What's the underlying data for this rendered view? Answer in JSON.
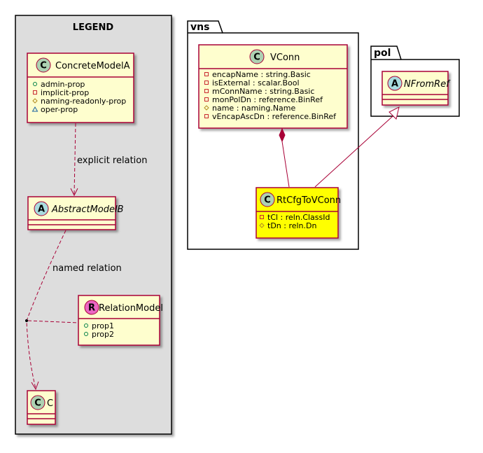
{
  "colors": {
    "class_fill": "#FEFECE",
    "class_border": "#A80036",
    "highlight_fill": "#FFFF00",
    "legend_fill": "#DDDDDD",
    "class_badge": "#ADD1B2",
    "abstract_badge": "#A9DCDF",
    "relation_badge": "#EB66C3"
  },
  "legend": {
    "title": "LEGEND",
    "concrete": {
      "name": "ConcreteModelA",
      "badge": "C",
      "attrs": [
        "admin-prop",
        "implicit-prop",
        "naming-readonly-prop",
        "oper-prop"
      ]
    },
    "abstract": {
      "name": "AbstractModelB",
      "badge": "A"
    },
    "relation_model": {
      "name": "RelationModel",
      "badge": "R",
      "attrs": [
        "prop1",
        "prop2"
      ]
    },
    "c": {
      "name": "C",
      "badge": "C"
    },
    "explicit_label": "explicit relation",
    "named_label": "named relation"
  },
  "vns": {
    "title": "vns",
    "vconn": {
      "name": "VConn",
      "badge": "C",
      "attrs": [
        "encapName : string.Basic",
        "isExternal : scalar.Bool",
        "mConnName : string.Basic",
        "monPolDn : reference.BinRef",
        "name : naming.Name",
        "vEncapAscDn : reference.BinRef"
      ]
    },
    "rtcfg": {
      "name": "RtCfgToVConn",
      "badge": "C",
      "attrs": [
        "tCl : reln.ClassId",
        "tDn : reln.Dn"
      ]
    }
  },
  "pol": {
    "title": "pol",
    "nfrom": {
      "name": "NFromRef",
      "badge": "A"
    }
  }
}
